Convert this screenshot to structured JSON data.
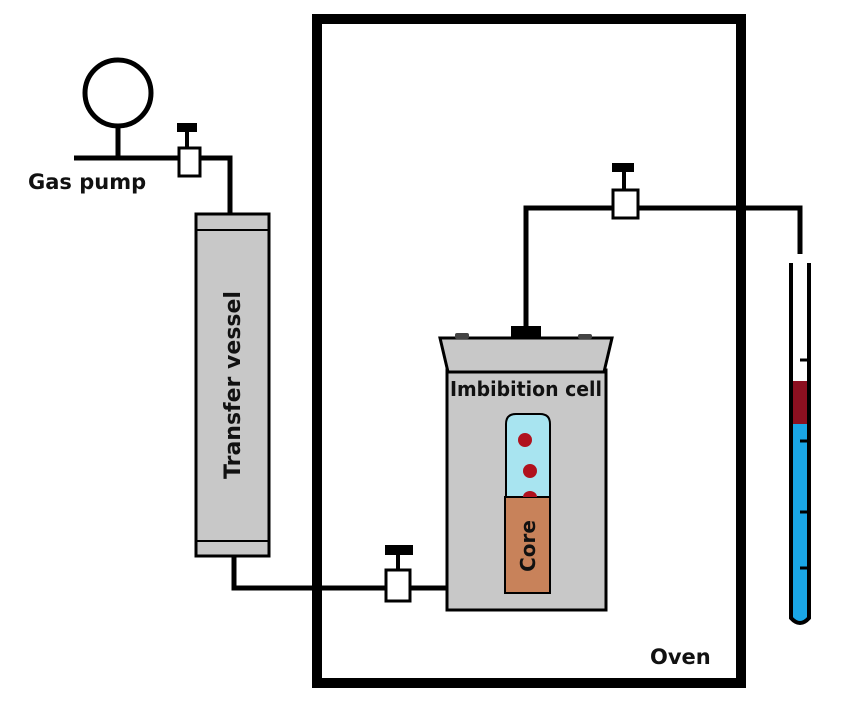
{
  "title": "Spontaneous imbibition experimental setup",
  "labels": {
    "gas_pump": "Gas pump",
    "transfer_vessel": "Transfer vessel",
    "imbibition_cell": "Imbibition cell",
    "core": "Core",
    "oven": "Oven"
  },
  "colors": {
    "line": "#000000",
    "vessel_fill": "#c8c8c8",
    "cell_fill": "#c8c8c8",
    "core_fill": "#c8825a",
    "core_fluid": "#a8e4f0",
    "oil_drop": "#b0121e",
    "tube_oil": "#8c1020",
    "tube_water": "#1aa6e6",
    "valve_fill": "#ffffff"
  },
  "nodes": [
    {
      "id": "gas-pump",
      "label_key": "gas_pump"
    },
    {
      "id": "transfer-vessel",
      "label_key": "transfer_vessel"
    },
    {
      "id": "oven",
      "label_key": "oven"
    },
    {
      "id": "imbibition-cell",
      "label_key": "imbibition_cell"
    },
    {
      "id": "core",
      "label_key": "core"
    },
    {
      "id": "graduated-tube",
      "label_key": null
    }
  ],
  "edges": [
    {
      "from": "gas-pump",
      "to": "transfer-vessel",
      "via": "valve-1"
    },
    {
      "from": "transfer-vessel",
      "to": "imbibition-cell",
      "via": "valve-2"
    },
    {
      "from": "imbibition-cell",
      "to": "graduated-tube",
      "via": "valve-3"
    }
  ]
}
